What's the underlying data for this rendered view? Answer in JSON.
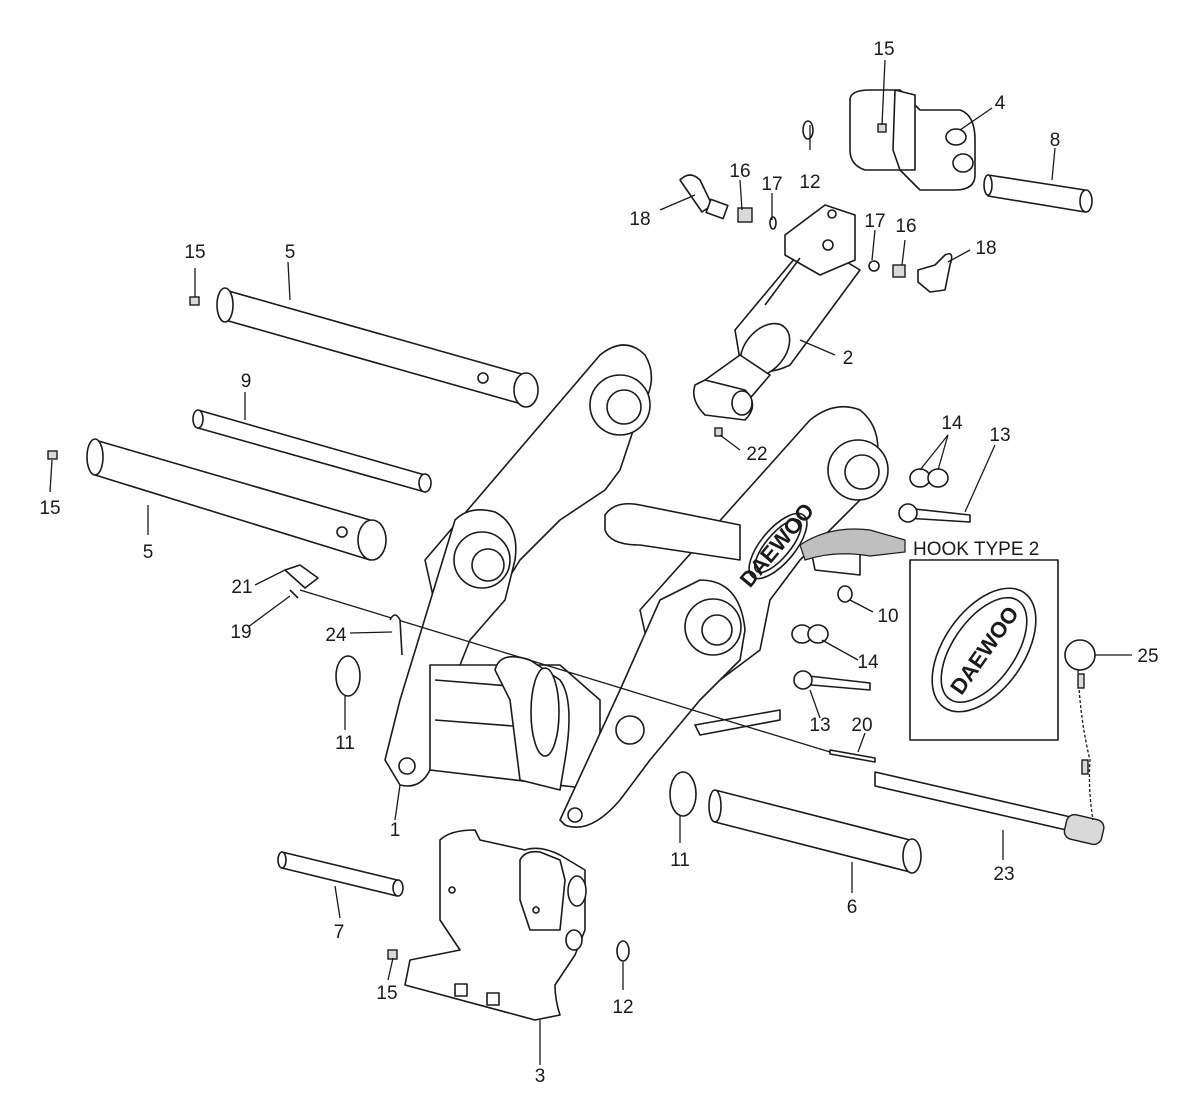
{
  "callouts": {
    "c1": "1",
    "c2": "2",
    "c3": "3",
    "c4": "4",
    "c5a": "5",
    "c5b": "5",
    "c6": "6",
    "c7": "7",
    "c8": "8",
    "c9": "9",
    "c10": "10",
    "c11a": "11",
    "c11b": "11",
    "c12a": "12",
    "c12b": "12",
    "c13a": "13",
    "c13b": "13",
    "c14a": "14",
    "c14b": "14",
    "c15a": "15",
    "c15b": "15",
    "c15c": "15",
    "c15d": "15",
    "c16a": "16",
    "c16b": "16",
    "c17a": "17",
    "c17b": "17",
    "c18a": "18",
    "c18b": "18",
    "c19": "19",
    "c20": "20",
    "c21": "21",
    "c22": "22",
    "c23": "23",
    "c24": "24",
    "c25": "25"
  },
  "hook_type": {
    "title": "HOOK TYPE 2",
    "logo_text": "DAEWOO",
    "logo_text_small": "DAEWOO"
  }
}
